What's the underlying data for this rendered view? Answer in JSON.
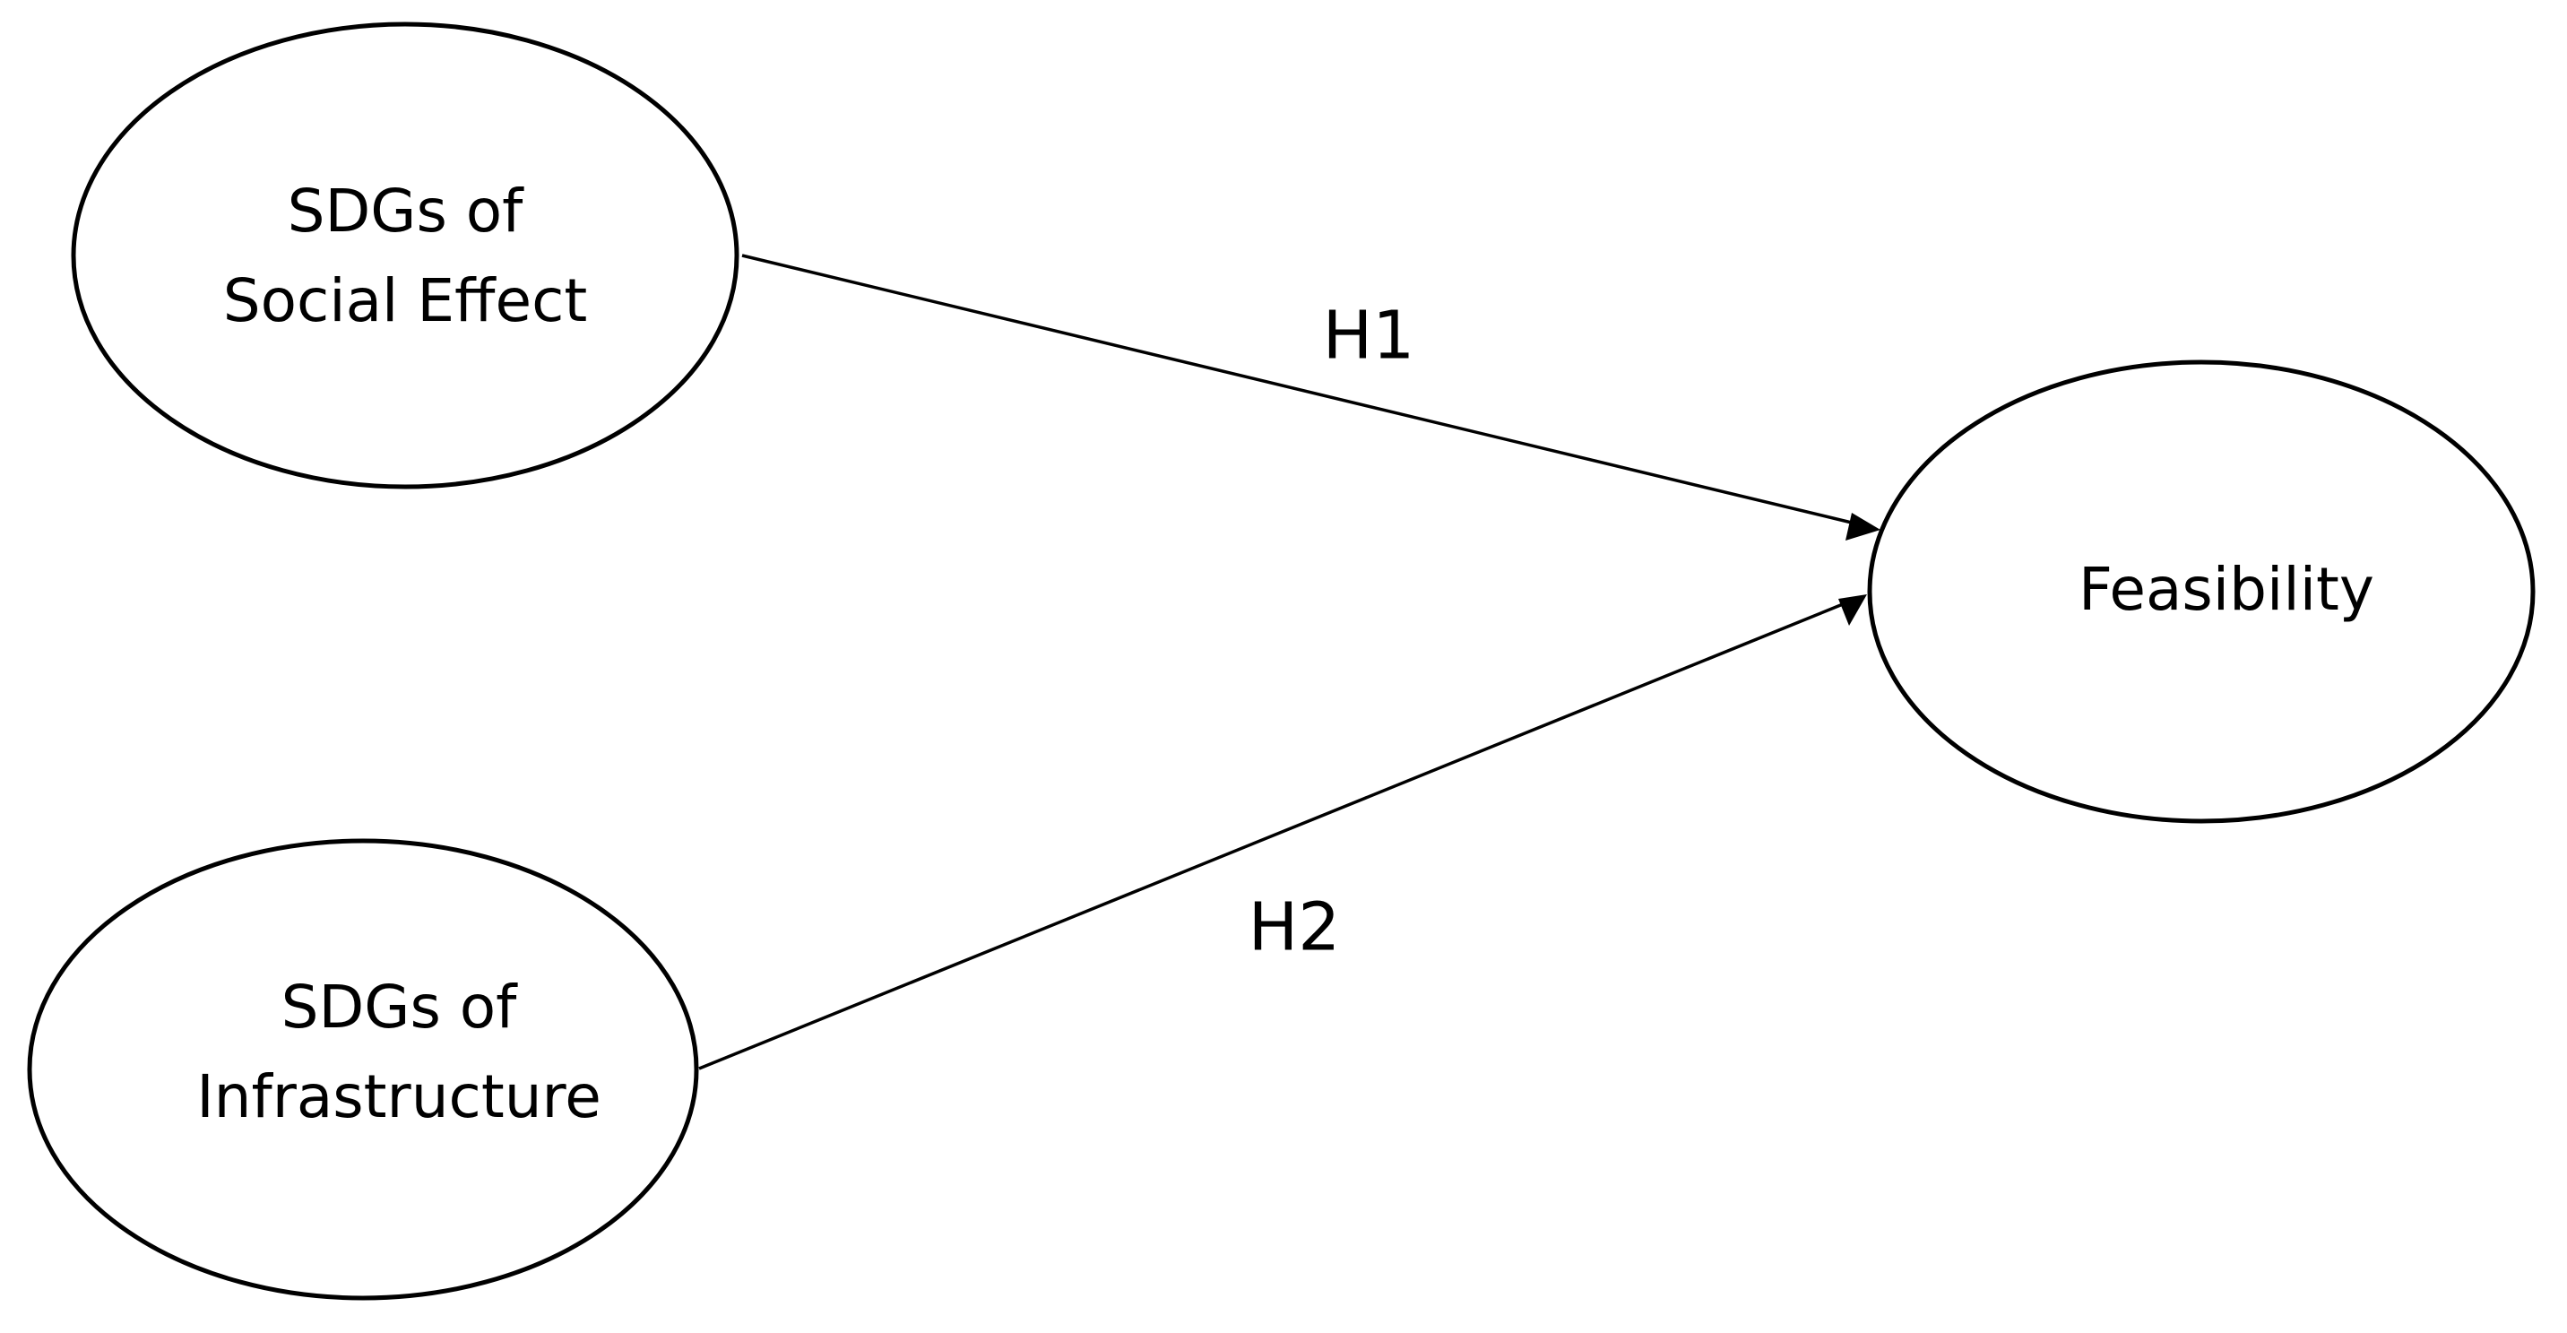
{
  "nodes": {
    "social_effect": {
      "line1": "SDGs of",
      "line2": "Social Effect"
    },
    "infrastructure": {
      "line1": "SDGs of",
      "line2": "Infrastructure"
    },
    "feasibility": {
      "label": "Feasibility"
    }
  },
  "edges": {
    "h1": {
      "label": "H1"
    },
    "h2": {
      "label": "H2"
    }
  },
  "colors": {
    "stroke": "#000000",
    "background": "#ffffff"
  }
}
